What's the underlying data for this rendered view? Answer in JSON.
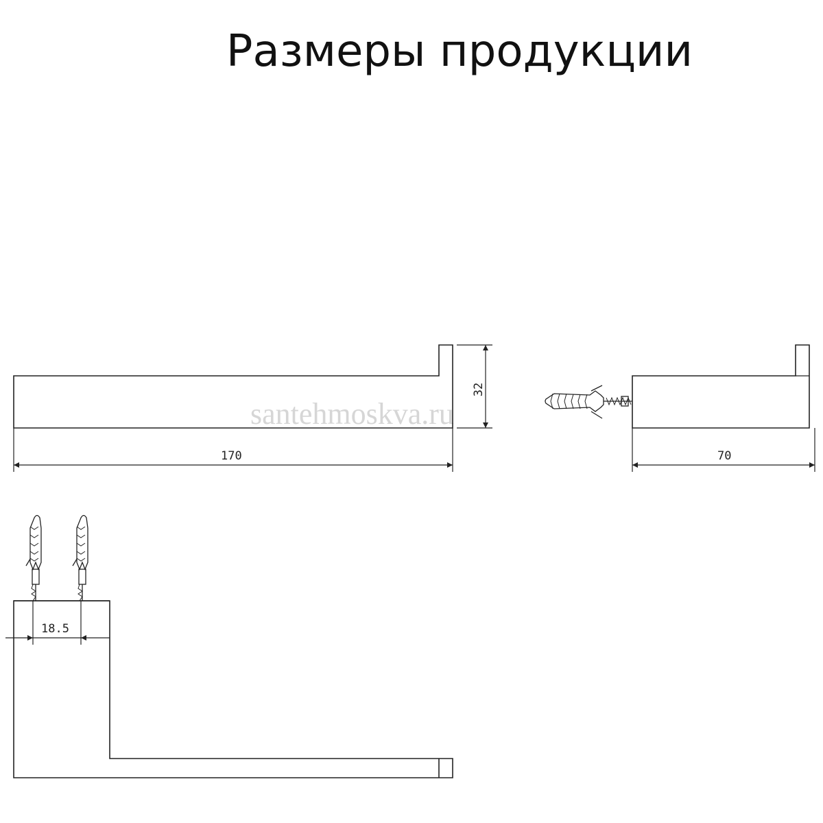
{
  "title": "Размеры продукции",
  "watermark": "santehmoskva.ru",
  "dimensions": {
    "length": "170",
    "height": "32",
    "depth": "70",
    "hole_spacing": "18.5"
  },
  "colors": {
    "line": "#222222",
    "watermark": "#d6d6d6"
  }
}
